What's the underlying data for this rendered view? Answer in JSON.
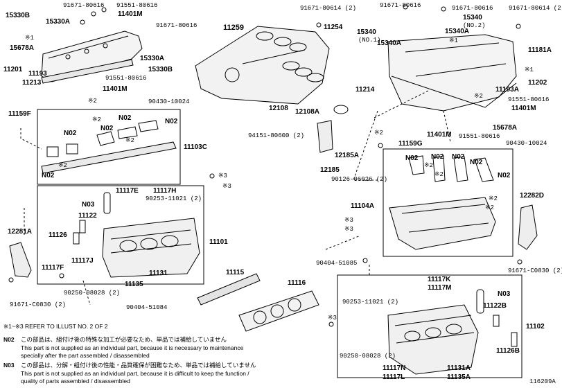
{
  "labels": {
    "l_91671_80616_tl": "91671-80616",
    "l_91551_80616_tl": "91551-80616",
    "l_15330b_tl": "15330B",
    "l_15330a_tl": "15330A",
    "l_11401m_tl": "11401M",
    "l_ref1_tl": "※1",
    "l_15678a_tl": "15678A",
    "l_11201": "11201",
    "l_11193": "11193",
    "l_11213": "11213",
    "l_91671_80616_tl2": "91671-80616",
    "l_15330a_tl2": "15330A",
    "l_15330b_tl2": "15330B",
    "l_91551_80616_tl2": "91551-80616",
    "l_11401m_tl2": "11401M",
    "l_11259": "11259",
    "l_91671_80614_2_a": "91671-80614 (2)",
    "l_11254": "11254",
    "l_91671_80616_tr": "91671-80616",
    "l_91671_80616_tr2": "91671-80616",
    "l_15340_1": "15340",
    "l_15340_1b": "(NO.1)",
    "l_15340_2": "15340",
    "l_15340_2b": "(NO.2)",
    "l_15340a_r1": "15340A",
    "l_15340a_r2": "15340A",
    "l_91671_80614_2_b": "91671-80614 (2)",
    "l_11181a": "11181A",
    "l_ref1_tr": "※1",
    "l_ref1_tr2": "※1",
    "l_11202": "11202",
    "l_11214": "11214",
    "l_11193a": "11193A",
    "l_ref2_tr": "※2",
    "l_91551_80616_r": "91551-80616",
    "l_11401m_r": "11401M",
    "l_15678a_r": "15678A",
    "l_11401m_r2": "11401M",
    "l_91551_80616_r2": "91551-80616",
    "l_90430_10024_r": "90430-10024",
    "l_11159g": "11159G",
    "l_ref2_r": "※2",
    "l_12108": "12108",
    "l_12108a": "12108A",
    "l_94151_80600": "94151-80600 (2)",
    "l_12185a": "12185A",
    "l_12185": "12185",
    "l_90126_06026": "90126-06026 (2)",
    "l_ref2_l": "※2",
    "l_90430_10024_l": "90430-10024",
    "l_11159f": "11159F",
    "l_n02_a": "N02",
    "l_n02_b": "N02",
    "l_n02_c": "N02",
    "l_n02_d": "N02",
    "l_n02_e": "N02",
    "l_ref2_l2": "※2",
    "l_ref2_l3": "※2",
    "l_ref2_l4": "※2",
    "l_11103c": "11103C",
    "l_n02_r1": "N02",
    "l_n02_r2": "N02",
    "l_n02_r3": "N02",
    "l_n02_r4": "N02",
    "l_n02_r5": "N02",
    "l_ref2_r3": "※2",
    "l_ref2_r4": "※2",
    "l_ref2_r5": "※2",
    "l_11104a": "11104A",
    "l_ref2_r6": "※2",
    "l_ref2_r7": "※2",
    "l_12282d": "12282D",
    "l_91671_c0830_r": "91671-C0830 (2)",
    "l_ref3_l1": "※3",
    "l_ref3_l2": "※3",
    "l_11117e": "11117E",
    "l_11117h": "11117H",
    "l_n03_l": "N03",
    "l_90253_11021_l": "90253-11021 (2)",
    "l_11122": "11122",
    "l_11126": "11126",
    "l_12281a": "12281A",
    "l_11101": "11101",
    "l_11117j": "11117J",
    "l_11117f": "11117F",
    "l_11131": "11131",
    "l_90250_08028_l": "90250-08028 (2)",
    "l_11135": "11135",
    "l_91671_c0830_l": "91671-C0830 (2)",
    "l_90404_51084": "90404-51084",
    "l_11115": "11115",
    "l_11116": "11116",
    "l_ref3_r1": "※3",
    "l_ref3_r2": "※3",
    "l_90404_51085": "90404-51085",
    "l_11117k": "11117K",
    "l_11117m": "11117M",
    "l_n03_r": "N03",
    "l_90253_11021_r": "90253-11021 (2)",
    "l_11122b": "11122B",
    "l_11102": "11102",
    "l_ref3_r3": "※3",
    "l_11126b": "11126B",
    "l_90250_08028_r": "90250-08028 (2)",
    "l_11117n": "11117N",
    "l_11117l": "11117L",
    "l_11131a": "11131A",
    "l_11135a": "11135A",
    "l_fig_id": "116209A"
  },
  "notes": {
    "refer": "※1~※3  REFER TO ILLUST NO. 2 OF 2",
    "n02_code": "N02",
    "n02_jp": "この部品は、組付け後の特殊な加工が必要なため、単品では補給していません",
    "n02_en1": "This part is not supplied as an individual part, because it is necessary to maintenance",
    "n02_en2": "specially after the part assembled / disassembled",
    "n03_code": "N03",
    "n03_jp": "この部品は、分解・組付け後の性能・品質確保が困難なため、単品では補給していません",
    "n03_en1": "This part is not supplied as an individual part, because it is difficult to keep the function /",
    "n03_en2": "quality of parts  assembled / disassembled"
  }
}
